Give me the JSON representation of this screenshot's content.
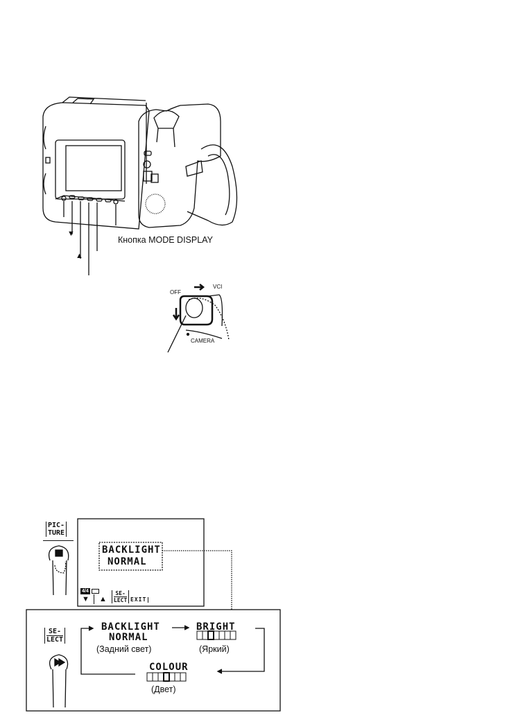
{
  "camera_figure": {
    "mode_display_label": "Кнопка MODE DISPLAY",
    "down_symbol": "▼",
    "up_symbol": "▲"
  },
  "switch_figure": {
    "off_label": "OFF",
    "vcr_label": "VCI",
    "camera_label": "CAMERA"
  },
  "picture_menu": {
    "picture_button_line1": "PIC-",
    "picture_button_line2": "TURE",
    "screen_item_line1": "BACKLIGHT",
    "screen_item_line2": "NORMAL",
    "screen_tape_badge": "4/4",
    "soft_keys": {
      "down": "▼",
      "up": "▲",
      "select_line1": "SE-",
      "select_line2": "LECT",
      "exit": "EXIT"
    }
  },
  "select_cycle": {
    "select_button_line1": "SE-",
    "select_button_line2": "LECT",
    "items": [
      {
        "line1": "BACKLIGHT",
        "line2": "NORMAL",
        "caption": "(Задний свет)"
      },
      {
        "line1": "BRIGHT",
        "caption": "(Яркий)"
      },
      {
        "line1": "COLOUR",
        "caption": "(Двет)"
      }
    ]
  }
}
